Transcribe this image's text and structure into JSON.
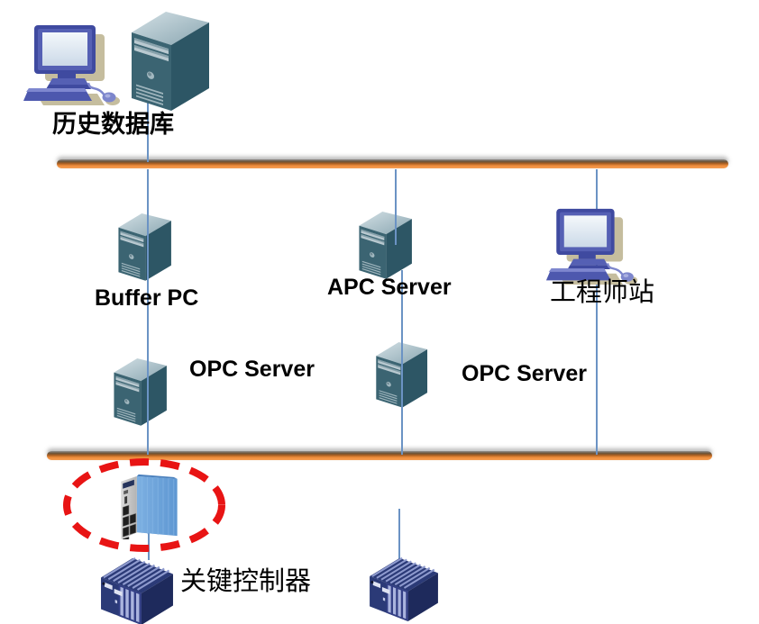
{
  "diagram": {
    "type": "network-architecture",
    "background": "#ffffff",
    "nodes": {
      "historical_db": {
        "label": "历史数据库",
        "icons": [
          "desktop-workstation-icon",
          "tower-server-icon"
        ]
      },
      "buffer_pc": {
        "label": "Buffer PC",
        "icons": [
          "tower-server-icon"
        ]
      },
      "apc_server": {
        "label": "APC Server",
        "icons": [
          "tower-server-icon"
        ]
      },
      "engineer_station": {
        "label": "工程师站",
        "icons": [
          "desktop-workstation-icon"
        ]
      },
      "opc_server_1": {
        "label": "OPC Server",
        "icons": [
          "tower-server-icon"
        ]
      },
      "opc_server_2": {
        "label": "OPC Server",
        "icons": [
          "tower-server-icon"
        ]
      },
      "ethernet_switch": {
        "label": "",
        "icons": [
          "ethernet-switch-icon"
        ],
        "highlighted": true
      },
      "key_controller": {
        "label": "关键控制器",
        "icons": [
          "plc-controller-icon"
        ]
      },
      "controller_2": {
        "label": "",
        "icons": [
          "plc-controller-icon"
        ]
      }
    },
    "buses": {
      "upper": {
        "color": "#ee8c3a"
      },
      "lower": {
        "color": "#ee8c3a"
      }
    },
    "connections": [
      "historical_db -> upper_bus",
      "upper_bus -> buffer_pc -> opc_server_1 -> lower_bus",
      "upper_bus -> apc_server",
      "apc_server -> opc_server_2 -> lower_bus",
      "upper_bus -> engineer_station -> lower_bus",
      "ethernet_switch -> key_controller",
      "lower_bus -> controller_2"
    ],
    "colors": {
      "bus_orange": "#ee8c3a",
      "connector_blue": "#6b93c4",
      "highlight_red": "#e81414",
      "server_teal": "#2d5665",
      "workstation_blue": "#4c57a9",
      "switch_blue": "#6ba3dc",
      "plc_navy": "#2b3a77",
      "label_black": "#000000"
    }
  }
}
